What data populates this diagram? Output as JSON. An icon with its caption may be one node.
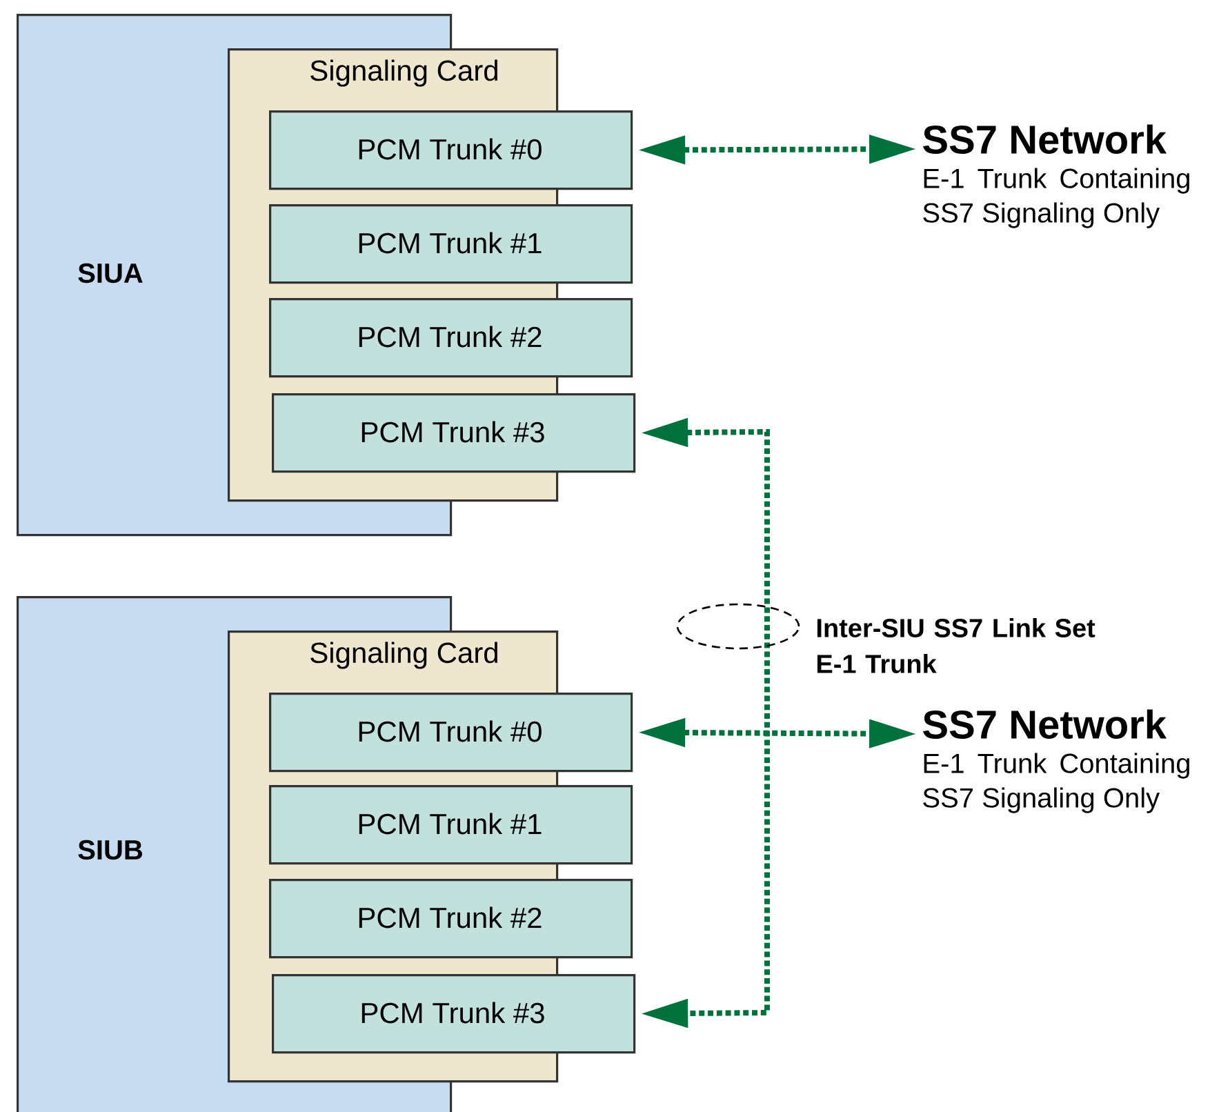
{
  "diagram": {
    "nodes": [
      {
        "text": [
          "SIUA"
        ]
      },
      {
        "text": [
          "Signaling Card"
        ]
      },
      {
        "text": [
          "PCM Trunk #0"
        ]
      },
      {
        "text": [
          "PCM Trunk #1"
        ]
      },
      {
        "text": [
          "PCM Trunk #2"
        ]
      },
      {
        "text": [
          "PCM Trunk #3"
        ]
      },
      {
        "text": [
          "SS7 Network",
          "E-1 Trunk Containing SS7 Signaling Only"
        ]
      },
      {
        "text": [
          "SIUB"
        ]
      },
      {
        "text": [
          "Signaling Card"
        ]
      },
      {
        "text": [
          "PCM Trunk #0"
        ]
      },
      {
        "text": [
          "PCM Trunk #1"
        ]
      },
      {
        "text": [
          "PCM Trunk #2"
        ]
      },
      {
        "text": [
          "PCM Trunk #3"
        ]
      },
      {
        "text": [
          "SS7 Network",
          "E-1 Trunk Containing SS7 Signaling Only"
        ]
      }
    ],
    "edges": [
      {
        "from": 2,
        "to": 6,
        "arrow": "both"
      },
      {
        "from": 9,
        "to": 13,
        "arrow": "both"
      },
      {
        "from": 5,
        "to": 12,
        "arrow": "both",
        "label": "Inter-SIU SS7 Link Set E-1 Trunk"
      }
    ]
  }
}
